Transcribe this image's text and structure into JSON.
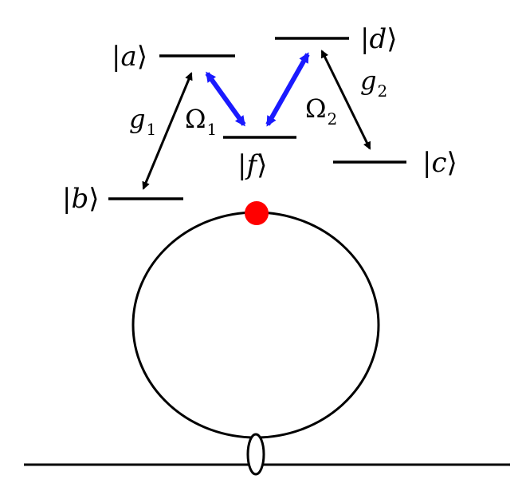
{
  "states": {
    "a": {
      "open": "|",
      "symbol": "a",
      "close": "⟩"
    },
    "b": {
      "open": "|",
      "symbol": "b",
      "close": "⟩"
    },
    "c": {
      "open": "|",
      "symbol": "c",
      "close": "⟩"
    },
    "d": {
      "open": "|",
      "symbol": "d",
      "close": "⟩"
    },
    "f": {
      "open": "|",
      "symbol": "f",
      "close": "⟩"
    }
  },
  "couplings": {
    "g1": {
      "symbol": "g",
      "subscript": "1"
    },
    "g2": {
      "symbol": "g",
      "subscript": "2"
    },
    "omega1": {
      "symbol": "Ω",
      "subscript": "1"
    },
    "omega2": {
      "symbol": "Ω",
      "subscript": "2"
    }
  },
  "colors": {
    "cavity_coupling_arrow": "#000000",
    "drive_arrow": "#1a1aff",
    "atom": "#ff0000",
    "resonator": "#000000"
  }
}
